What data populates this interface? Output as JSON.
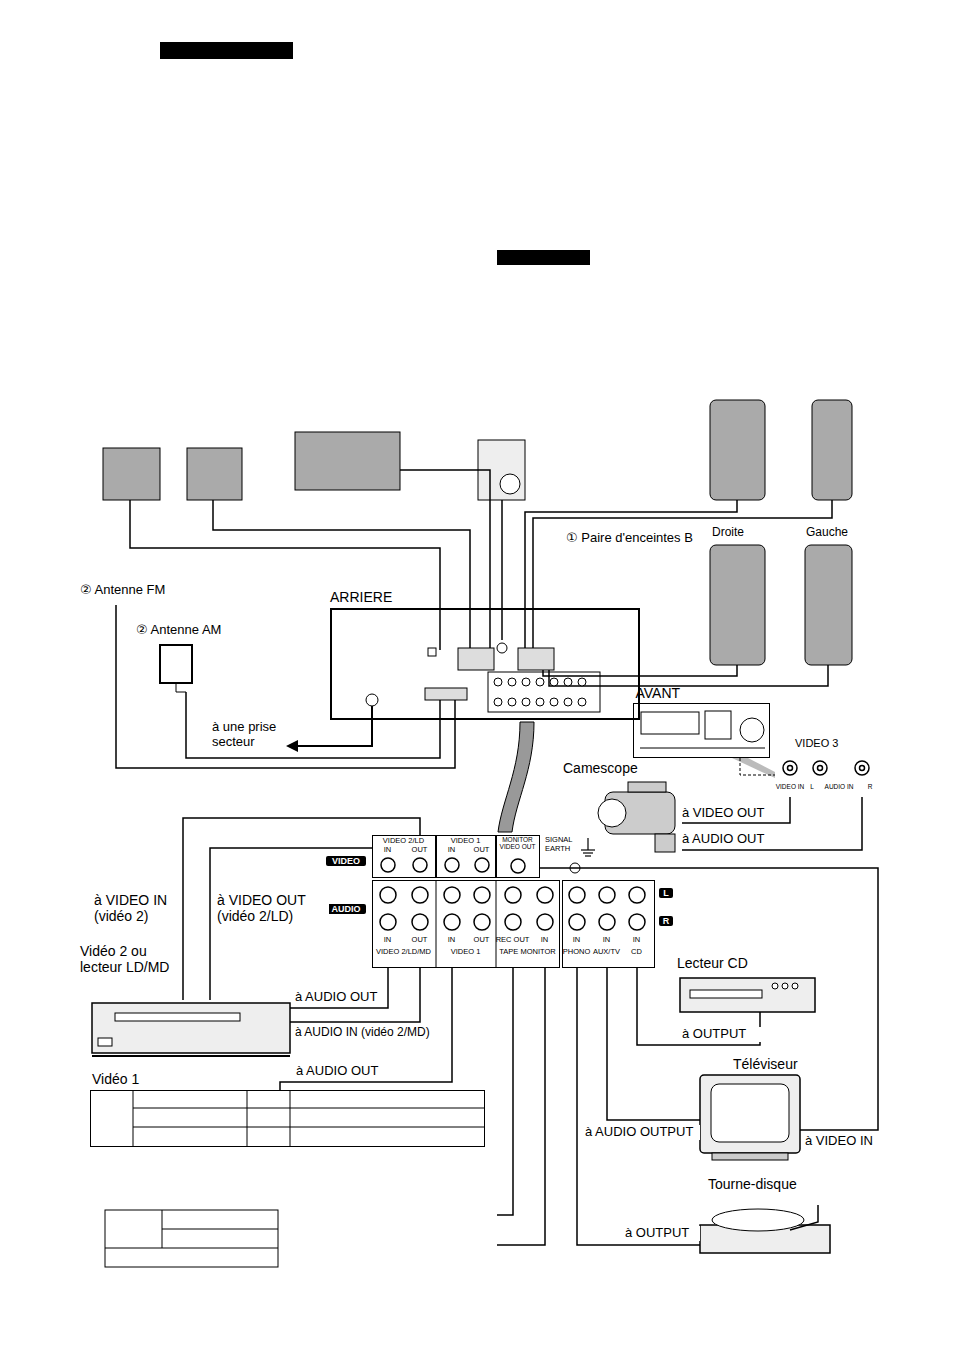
{
  "diagram": {
    "nodes": [
      {
        "text": [
          "ARRIERE"
        ]
      },
      {
        "text": [
          "AVANT"
        ]
      },
      {
        "text": [
          "VIDEO 3",
          "VIDEO IN",
          "L",
          "AUDIO IN",
          "R"
        ]
      },
      {
        "text": [
          "Camescope"
        ]
      },
      {
        "text": [
          "VIDEO 2/LD",
          "IN",
          "OUT"
        ]
      },
      {
        "text": [
          "VIDEO 1",
          "IN",
          "OUT"
        ]
      },
      {
        "text": [
          "MONITOR VIDEO OUT"
        ]
      },
      {
        "text": [
          "IN",
          "OUT",
          "IN",
          "OUT",
          "REC OUT",
          "IN",
          "VIDEO 2/LD/MD",
          "VIDEO 1",
          "TAPE MONITOR"
        ]
      },
      {
        "text": [
          "IN",
          "IN",
          "IN",
          "PHONO",
          "AUX/TV",
          "CD"
        ]
      },
      {
        "text": [
          "Vidéo 2 ou lecteur LD/MD"
        ]
      },
      {
        "text": [
          "Lecteur CD"
        ]
      },
      {
        "text": [
          "Téléviseur"
        ]
      },
      {
        "text": [
          "Vidéo 1"
        ]
      },
      {
        "text": [
          "Tourne-disque"
        ]
      }
    ],
    "edges": [
      {
        "from": 3,
        "to": 2,
        "label": "à VIDEO OUT",
        "arrow": "none"
      },
      {
        "from": 3,
        "to": 2,
        "label": "à AUDIO OUT",
        "arrow": "none"
      },
      {
        "from": 9,
        "to": 4,
        "label": "à VIDEO IN (vidéo 2)",
        "arrow": "none"
      },
      {
        "from": 9,
        "to": 4,
        "label": "à VIDEO OUT (vidéo 2/LD)",
        "arrow": "none"
      },
      {
        "from": 9,
        "to": 7,
        "label": "à AUDIO OUT",
        "arrow": "none"
      },
      {
        "from": 9,
        "to": 7,
        "label": "à AUDIO IN (vidéo 2/MD)",
        "arrow": "none"
      },
      {
        "from": 12,
        "to": 7,
        "label": "à AUDIO OUT",
        "arrow": "none"
      },
      {
        "from": 10,
        "to": 8,
        "label": "à OUTPUT",
        "arrow": "none"
      },
      {
        "from": 11,
        "to": 8,
        "label": "à AUDIO OUTPUT",
        "arrow": "none"
      },
      {
        "from": 6,
        "to": 11,
        "label": "à VIDEO IN",
        "arrow": "none"
      },
      {
        "from": 13,
        "to": 8,
        "label": "à OUTPUT",
        "arrow": "none"
      },
      {
        "from": 1,
        "to": 2,
        "arrow": "none"
      }
    ],
    "labels": [
      "① Paire d'enceintes B",
      "Droite",
      "Gauche",
      "② Antenne FM",
      "② Antenne AM",
      "à une prise secteur",
      "SIGNAL EARTH",
      "VIDEO",
      "AUDIO",
      "L",
      "R"
    ]
  }
}
